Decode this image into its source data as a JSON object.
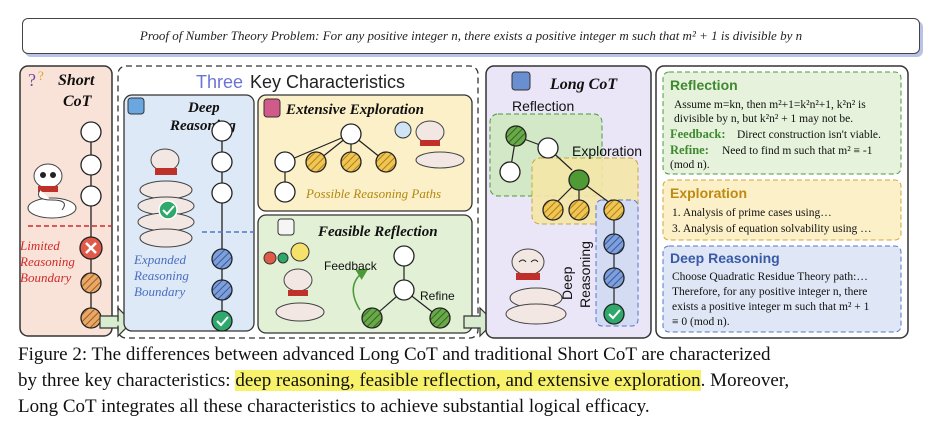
{
  "problem": "Proof of Number Theory Problem: For any positive integer n, there exists a positive integer m such that m² + 1 is divisible by n",
  "short_cot": {
    "title_line1": "Short",
    "title_line2": "CoT",
    "limit_line1": "Limited",
    "limit_line2": "Reasoning",
    "limit_line3": "Boundary"
  },
  "three_key": {
    "title_word1": "Three",
    "title_rest": "Key Characteristics",
    "deep_line1": "Deep",
    "deep_line2": "Reasoning",
    "expanded_line1": "Expanded",
    "expanded_line2": "Reasoning",
    "expanded_line3": "Boundary",
    "extensive_title": "Extensive Exploration",
    "paths_label": "Possible Reasoning Paths",
    "feasible_title": "Feasible Reflection",
    "feedback_label": "Feedback",
    "refine_label": "Refine"
  },
  "long_cot": {
    "title": "Long CoT",
    "reflection_label": "Reflection",
    "exploration_label": "Exploration",
    "deep_label_line1": "Deep",
    "deep_label_line2": "Reasoning"
  },
  "right_panel": {
    "reflection": {
      "title": "Reflection",
      "line1": "Assume m=kn, then m²+1=k²n²+1, k²n² is",
      "line2": "divisible by n, but k²n² + 1 may not be.",
      "feedback_key": "Feedback:",
      "feedback_text": "Direct construction isn't viable.",
      "refine_key": "Refine:",
      "refine_text": "Need to find m such that m² ≡ -1",
      "refine_text2": "(mod n)."
    },
    "exploration": {
      "title": "Exploration",
      "item1": "1. Analysis of prime cases using…",
      "item2": "3. Analysis of equation solvability using …"
    },
    "deep_reasoning": {
      "title": "Deep Reasoning",
      "line1": "Choose Quadratic Residue Theory path:…",
      "line2": "Therefore, for any positive integer n, there",
      "line3": "exists a positive integer m such that m² + 1",
      "line4": "≡ 0 (mod n)."
    }
  },
  "caption": {
    "part1": "Figure 2: The differences between advanced Long CoT and traditional Short CoT are characterized",
    "part2": "by three key characteristics: ",
    "highlight": "deep reasoning, feasible reflection, and extensive exploration",
    "part3": ". Moreover,",
    "part4": "Long CoT integrates all these characteristics to achieve substantial logical efficacy."
  },
  "colors": {
    "short_bg": "#f9e3d9",
    "deep_bg": "#dde9f6",
    "extensive_bg": "#fbf0c8",
    "feasible_bg": "#e2f0d6",
    "long_bg": "#ebe6f7",
    "green_node": "#5a9a3c",
    "yellow_node": "#e0b23a",
    "blue_node": "#6a8fd0",
    "orange_node": "#e09a55",
    "red_x": "#e05a4a",
    "checkmark": "#2fa86b"
  }
}
